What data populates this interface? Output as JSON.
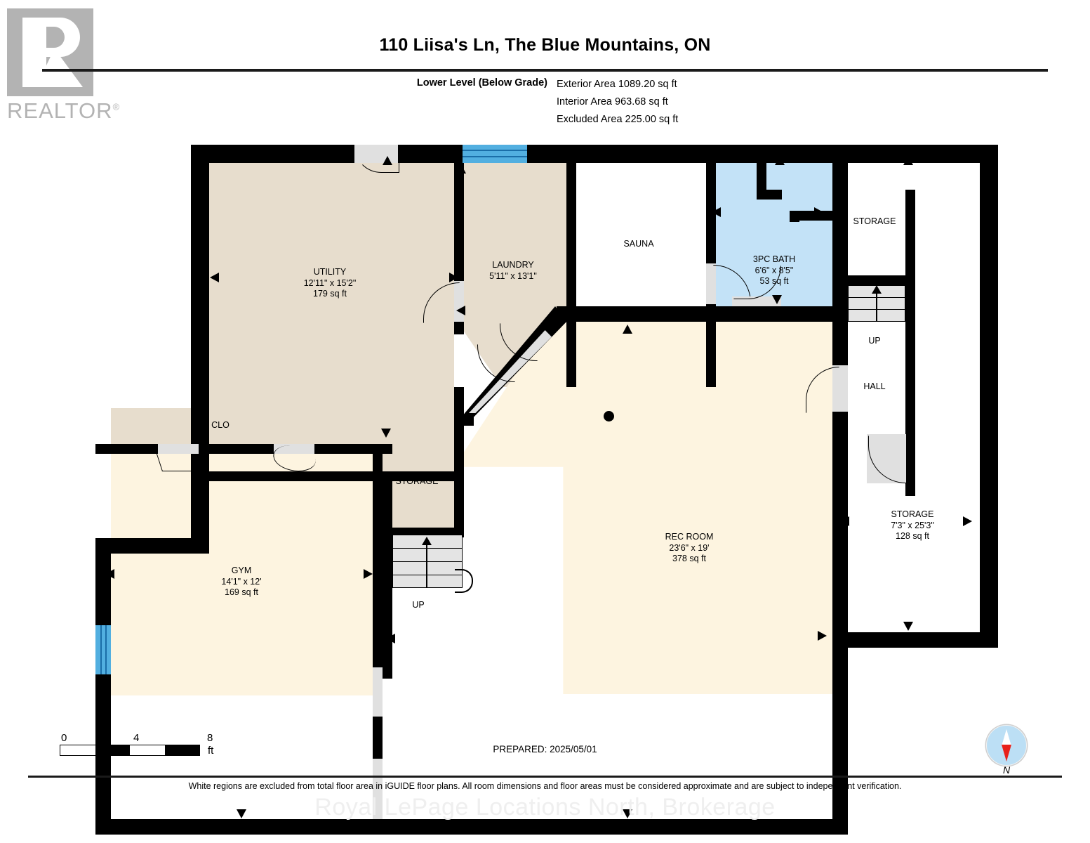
{
  "logo": {
    "word": "REALTOR",
    "registered": "®",
    "alt": "realtor-logo"
  },
  "header": {
    "title": "110 Liisa's Ln, The Blue Mountains, ON",
    "level": "Lower Level (Below Grade)",
    "exterior_area": "Exterior Area 1089.20 sq ft",
    "interior_area": "Interior Area 963.68 sq ft",
    "excluded_area": "Excluded Area 225.00 sq ft"
  },
  "rooms": [
    {
      "name": "UTILITY",
      "dims": "12'11\" x 15'2\"",
      "area": "179 sq ft"
    },
    {
      "name": "LAUNDRY",
      "dims": "5'11\" x 13'1\"",
      "area": ""
    },
    {
      "name": "SAUNA",
      "dims": "",
      "area": ""
    },
    {
      "name": "3PC BATH",
      "dims": "6'6\" x 8'5\"",
      "area": "53 sq ft"
    },
    {
      "name": "STORAGE",
      "dims": "",
      "area": ""
    },
    {
      "name": "HALL",
      "dims": "",
      "area": ""
    },
    {
      "name": "STORAGE",
      "dims": "7'3\" x 25'3\"",
      "area": "128 sq ft"
    },
    {
      "name": "REC ROOM",
      "dims": "23'6\" x 19'",
      "area": "378 sq ft"
    },
    {
      "name": "CLO",
      "dims": "",
      "area": ""
    },
    {
      "name": "STORAGE",
      "dims": "",
      "area": ""
    },
    {
      "name": "GYM",
      "dims": "14'1\" x 12'",
      "area": "169 sq ft"
    }
  ],
  "stairs": [
    {
      "label": "UP",
      "id": "stair-hall"
    },
    {
      "label": "UP",
      "id": "stair-rec"
    }
  ],
  "scale": {
    "t0": "0",
    "t1": "4",
    "t2": "8",
    "unit": "ft"
  },
  "footer": {
    "prepared": "PREPARED: 2025/05/01",
    "compass_label": "N",
    "disclaimer": "White regions are excluded from total floor area in iGUIDE floor plans. All room dimensions and floor areas must be considered approximate and are subject to independent verification.",
    "watermark": "Royal LePage Locations North, Brokerage"
  },
  "colors": {
    "wall": "#000000",
    "finished_beige": "#e7ddcd",
    "finished_cream": "#fdf4e0",
    "bath_blue": "#c3e2f7",
    "window_blue": "#52afe0",
    "excluded_white": "#ffffff",
    "logo_gray": "#b3b3b3"
  }
}
